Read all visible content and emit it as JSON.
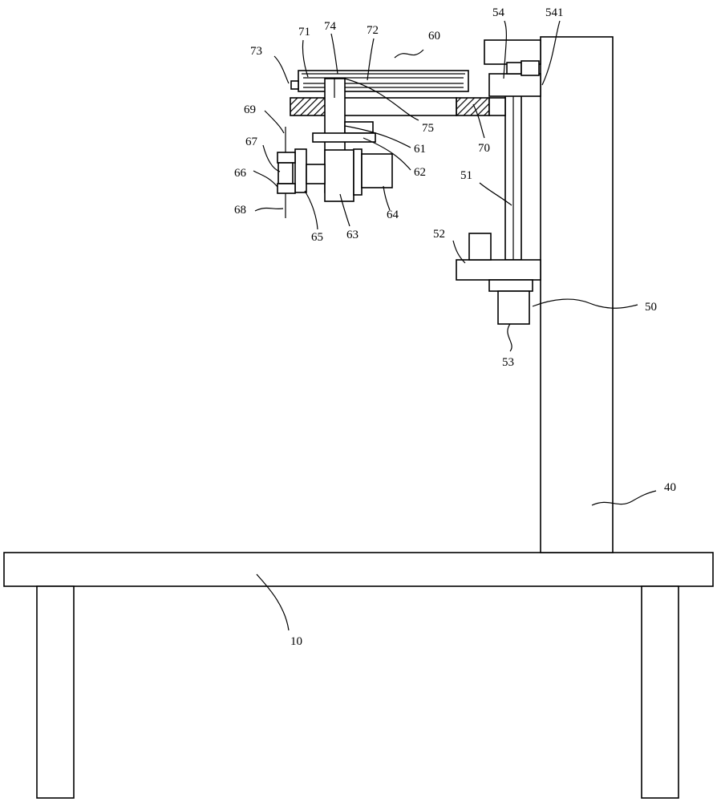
{
  "labels": {
    "l10": "10",
    "l40": "40",
    "l50": "50",
    "l51": "51",
    "l52": "52",
    "l53": "53",
    "l54": "54",
    "l541": "541",
    "l60": "60",
    "l61": "61",
    "l62": "62",
    "l63": "63",
    "l64": "64",
    "l65": "65",
    "l66": "66",
    "l67": "67",
    "l68": "68",
    "l69": "69",
    "l70": "70",
    "l71": "71",
    "l72": "72",
    "l73": "73",
    "l74": "74",
    "l75": "75"
  }
}
